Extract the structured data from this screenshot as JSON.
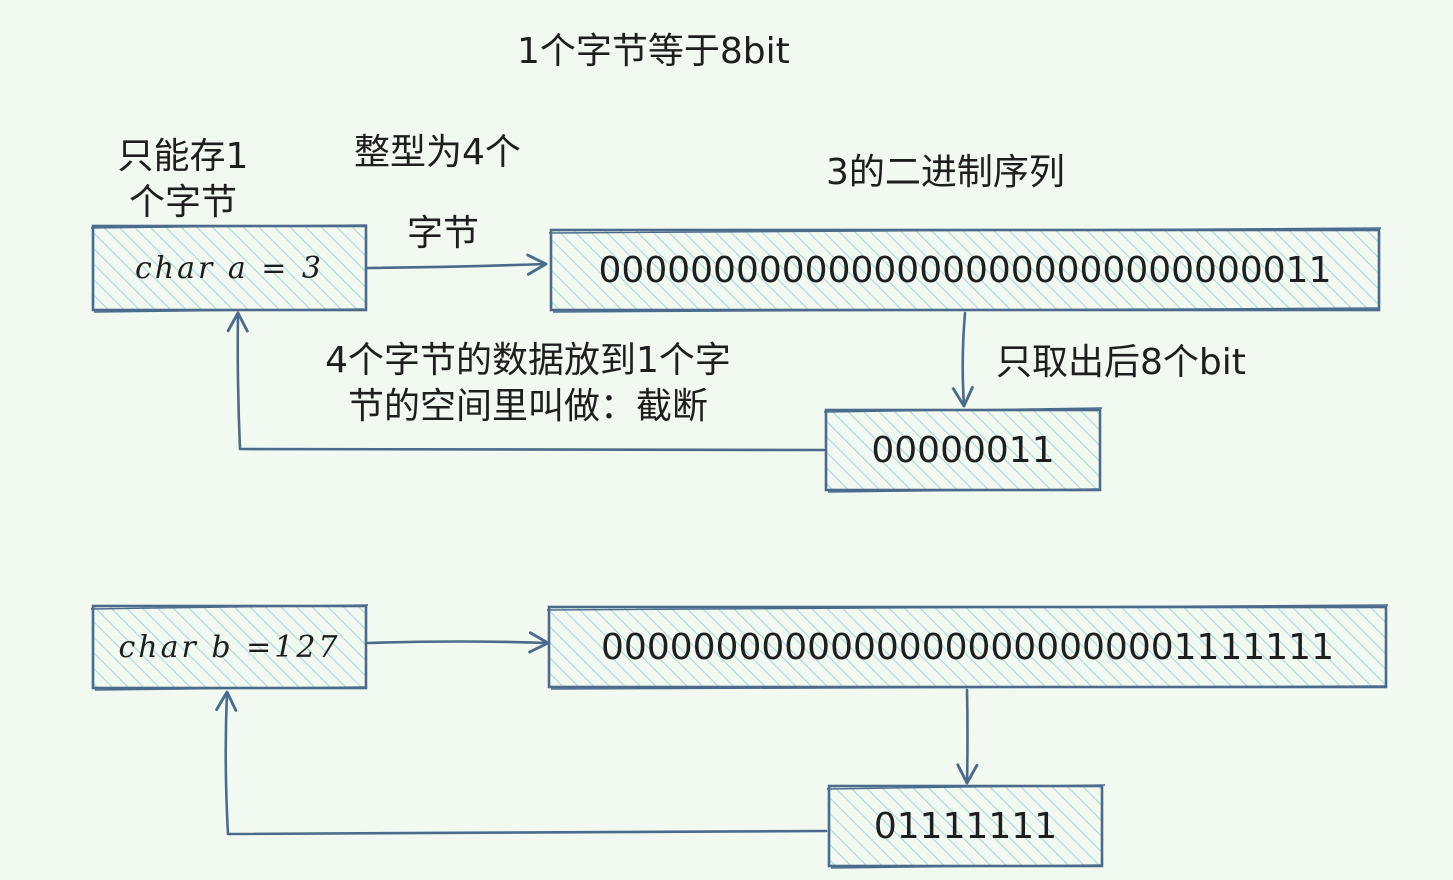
{
  "header": {
    "title": "1个字节等于8bit"
  },
  "labels": {
    "only_one_byte_line1": "只能存1",
    "only_one_byte_line2": "个字节",
    "int_four_line1": "整型为4个",
    "int_four_line2": "字节",
    "binary_of_3": "3的二进制序列",
    "take_last_8": "只取出后8个bit",
    "truncation_line1": "4个字节的数据放到1个字",
    "truncation_line2": "节的空间里叫做：截断"
  },
  "example_a": {
    "code": "char a = 3",
    "int_bits": "00000000000000000000000000000011",
    "char_bits": "00000011"
  },
  "example_b": {
    "code": "char b =127",
    "int_bits": "00000000000000000000000001111111",
    "char_bits": "01111111"
  },
  "colors": {
    "stroke": "#4a6b8c",
    "hatch": "#a8d8dc",
    "background": "#f2f9f1",
    "text": "#1e1e1e"
  }
}
